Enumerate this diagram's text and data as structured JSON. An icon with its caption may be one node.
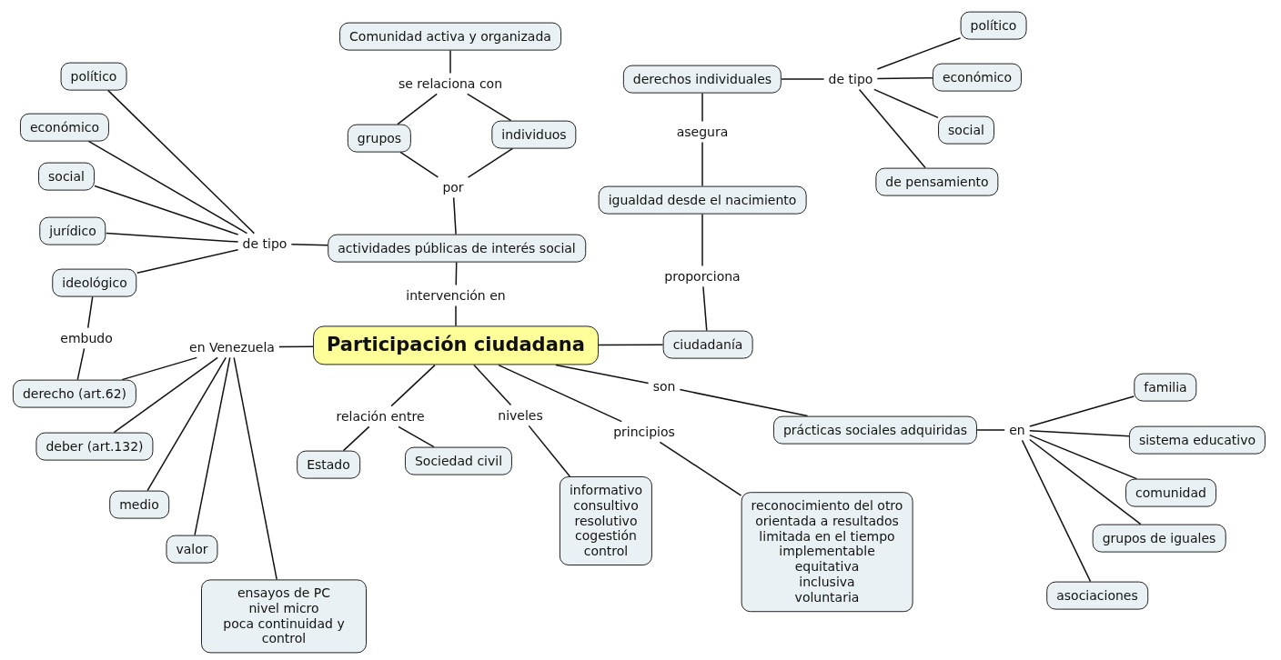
{
  "diagram": {
    "nodes": [
      {
        "text": [
          "Participación ciudadana"
        ]
      },
      {
        "text": [
          "intervención en"
        ]
      },
      {
        "text": [
          "actividades públicas de interés social"
        ]
      },
      {
        "text": [
          "por"
        ]
      },
      {
        "text": [
          "grupos"
        ]
      },
      {
        "text": [
          "individuos"
        ]
      },
      {
        "text": [
          "se relaciona con"
        ]
      },
      {
        "text": [
          "Comunidad activa y organizada"
        ]
      },
      {
        "text": [
          "de tipo"
        ]
      },
      {
        "text": [
          "político"
        ]
      },
      {
        "text": [
          "económico"
        ]
      },
      {
        "text": [
          "social"
        ]
      },
      {
        "text": [
          "jurídico"
        ]
      },
      {
        "text": [
          "ideológico"
        ]
      },
      {
        "text": [
          "embudo"
        ]
      },
      {
        "text": [
          "derecho (art.62)"
        ]
      },
      {
        "text": [
          "en Venezuela"
        ]
      },
      {
        "text": [
          "deber (art.132)"
        ]
      },
      {
        "text": [
          "medio"
        ]
      },
      {
        "text": [
          "valor"
        ]
      },
      {
        "text": [
          "ensayos de PC",
          "nivel micro",
          "poca continuidad y control"
        ]
      },
      {
        "text": [
          "relación entre"
        ]
      },
      {
        "text": [
          "Estado"
        ]
      },
      {
        "text": [
          "Sociedad civil"
        ]
      },
      {
        "text": [
          "niveles"
        ]
      },
      {
        "text": [
          "informativo",
          "consultivo",
          "resolutivo",
          "cogestión",
          "control"
        ]
      },
      {
        "text": [
          "principios"
        ]
      },
      {
        "text": [
          "reconocimiento del otro",
          "orientada a resultados",
          "limitada en el tiempo",
          "implementable",
          "equitativa",
          "inclusiva",
          "voluntaria"
        ]
      },
      {
        "text": [
          "son"
        ]
      },
      {
        "text": [
          "prácticas sociales adquiridas"
        ]
      },
      {
        "text": [
          "en"
        ]
      },
      {
        "text": [
          "familia"
        ]
      },
      {
        "text": [
          "sistema educativo"
        ]
      },
      {
        "text": [
          "comunidad"
        ]
      },
      {
        "text": [
          "grupos de iguales"
        ]
      },
      {
        "text": [
          "asociaciones"
        ]
      },
      {
        "text": [
          "ciudadanía"
        ]
      },
      {
        "text": [
          "proporciona"
        ]
      },
      {
        "text": [
          "igualdad desde el nacimiento"
        ]
      },
      {
        "text": [
          "asegura"
        ]
      },
      {
        "text": [
          "derechos individuales"
        ]
      },
      {
        "text": [
          "de tipo"
        ]
      },
      {
        "text": [
          "político"
        ]
      },
      {
        "text": [
          "económico"
        ]
      },
      {
        "text": [
          "social"
        ]
      },
      {
        "text": [
          "de pensamiento"
        ]
      }
    ],
    "edges": [
      {
        "from": 0,
        "to": 1,
        "arrow": "none"
      },
      {
        "from": 1,
        "to": 2,
        "arrow": "none"
      },
      {
        "from": 2,
        "to": 3,
        "arrow": "none"
      },
      {
        "from": 3,
        "to": 4,
        "arrow": "none"
      },
      {
        "from": 3,
        "to": 5,
        "arrow": "none"
      },
      {
        "from": 4,
        "to": 6,
        "arrow": "none"
      },
      {
        "from": 5,
        "to": 6,
        "arrow": "none"
      },
      {
        "from": 6,
        "to": 7,
        "arrow": "none"
      },
      {
        "from": 2,
        "to": 8,
        "arrow": "none"
      },
      {
        "from": 8,
        "to": 9,
        "arrow": "none"
      },
      {
        "from": 8,
        "to": 10,
        "arrow": "none"
      },
      {
        "from": 8,
        "to": 11,
        "arrow": "none"
      },
      {
        "from": 8,
        "to": 12,
        "arrow": "none"
      },
      {
        "from": 8,
        "to": 13,
        "arrow": "none"
      },
      {
        "from": 13,
        "to": 14,
        "arrow": "none"
      },
      {
        "from": 14,
        "to": 15,
        "arrow": "none"
      },
      {
        "from": 0,
        "to": 16,
        "arrow": "none"
      },
      {
        "from": 16,
        "to": 15,
        "arrow": "none"
      },
      {
        "from": 16,
        "to": 17,
        "arrow": "none"
      },
      {
        "from": 16,
        "to": 18,
        "arrow": "none"
      },
      {
        "from": 16,
        "to": 19,
        "arrow": "none"
      },
      {
        "from": 16,
        "to": 20,
        "arrow": "none"
      },
      {
        "from": 0,
        "to": 21,
        "arrow": "none"
      },
      {
        "from": 21,
        "to": 22,
        "arrow": "none"
      },
      {
        "from": 21,
        "to": 23,
        "arrow": "none"
      },
      {
        "from": 0,
        "to": 24,
        "arrow": "none"
      },
      {
        "from": 24,
        "to": 25,
        "arrow": "none"
      },
      {
        "from": 0,
        "to": 26,
        "arrow": "none"
      },
      {
        "from": 26,
        "to": 27,
        "arrow": "none"
      },
      {
        "from": 0,
        "to": 28,
        "arrow": "none"
      },
      {
        "from": 28,
        "to": 29,
        "arrow": "none"
      },
      {
        "from": 29,
        "to": 30,
        "arrow": "none"
      },
      {
        "from": 30,
        "to": 31,
        "arrow": "none"
      },
      {
        "from": 30,
        "to": 32,
        "arrow": "none"
      },
      {
        "from": 30,
        "to": 33,
        "arrow": "none"
      },
      {
        "from": 30,
        "to": 34,
        "arrow": "none"
      },
      {
        "from": 30,
        "to": 35,
        "arrow": "none"
      },
      {
        "from": 0,
        "to": 36,
        "arrow": "none"
      },
      {
        "from": 36,
        "to": 37,
        "arrow": "none"
      },
      {
        "from": 37,
        "to": 38,
        "arrow": "none"
      },
      {
        "from": 38,
        "to": 39,
        "arrow": "none"
      },
      {
        "from": 39,
        "to": 40,
        "arrow": "none"
      },
      {
        "from": 40,
        "to": 41,
        "arrow": "none"
      },
      {
        "from": 41,
        "to": 42,
        "arrow": "none"
      },
      {
        "from": 41,
        "to": 43,
        "arrow": "none"
      },
      {
        "from": 41,
        "to": 44,
        "arrow": "none"
      },
      {
        "from": 41,
        "to": 45,
        "arrow": "none"
      }
    ]
  }
}
